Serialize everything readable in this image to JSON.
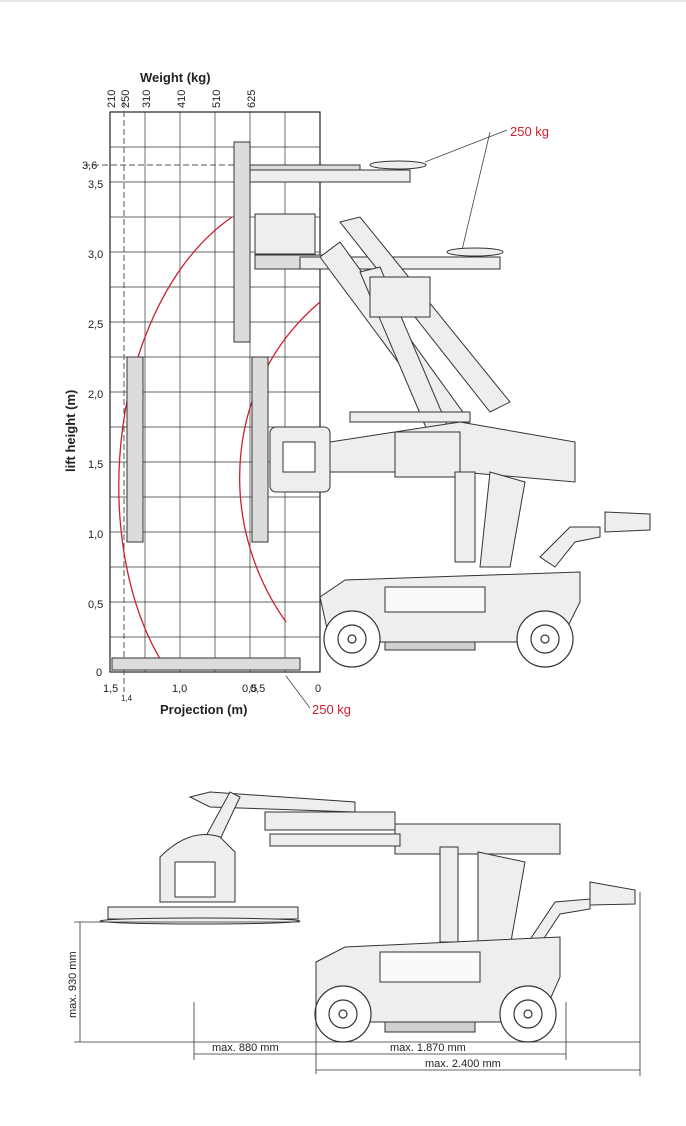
{
  "colors": {
    "accent": "#cc1f2f",
    "line": "#444444",
    "grid": "#222222"
  },
  "chart": {
    "top_axis_title": "Weight (kg)",
    "weight_ticks": [
      "210",
      "250",
      "310",
      "410",
      "510",
      "625"
    ],
    "left_axis_title": "lift height (m)",
    "height_ticks": [
      "3,6",
      "3,5",
      "3,0",
      "2,5",
      "2,0",
      "1,5",
      "1,0",
      "0,5",
      "0"
    ],
    "bottom_axis_title": "Projection (m)",
    "projection_ticks": [
      "1,5",
      "1,4",
      "1,0",
      "0,5",
      "0,5",
      "0"
    ],
    "annotation_top": "250 kg",
    "annotation_bottom": "250 kg"
  },
  "dimensions": {
    "height": "max. 930 mm",
    "reach": "max. 880 mm",
    "wheelbase": "max. 1.870 mm",
    "length": "max. 2.400 mm"
  }
}
